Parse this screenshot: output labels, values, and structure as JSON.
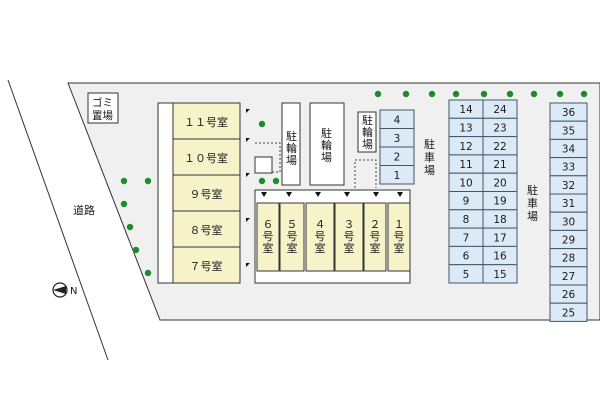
{
  "labels": {
    "road": "道路",
    "garbage": [
      "ゴミ",
      "置場"
    ],
    "bike_parking": "駐輪場",
    "car_parking": "駐車場",
    "north": "N"
  },
  "units_west": [
    "１１号室",
    "１０号室",
    "９号室",
    "８号室",
    "７号室"
  ],
  "units_south": [
    "６号室",
    "５号室",
    "４号室",
    "３号室",
    "２号室",
    "１号室"
  ],
  "parking": {
    "small": [
      "4",
      "3",
      "2",
      "1"
    ],
    "col_a": [
      "14",
      "13",
      "12",
      "11",
      "10",
      "9",
      "8",
      "7",
      "6",
      "5"
    ],
    "col_b": [
      "24",
      "23",
      "22",
      "21",
      "20",
      "19",
      "18",
      "17",
      "16",
      "15"
    ],
    "col_c": [
      "36",
      "35",
      "34",
      "33",
      "32",
      "31",
      "30",
      "29",
      "28",
      "27",
      "26",
      "25"
    ]
  },
  "colors": {
    "unit_fill": "#f7f3c9",
    "parking_fill": "#dceaf8",
    "lot_fill": "#f0f0f0",
    "tree": "#1f8a2c",
    "stroke": "#333333"
  }
}
